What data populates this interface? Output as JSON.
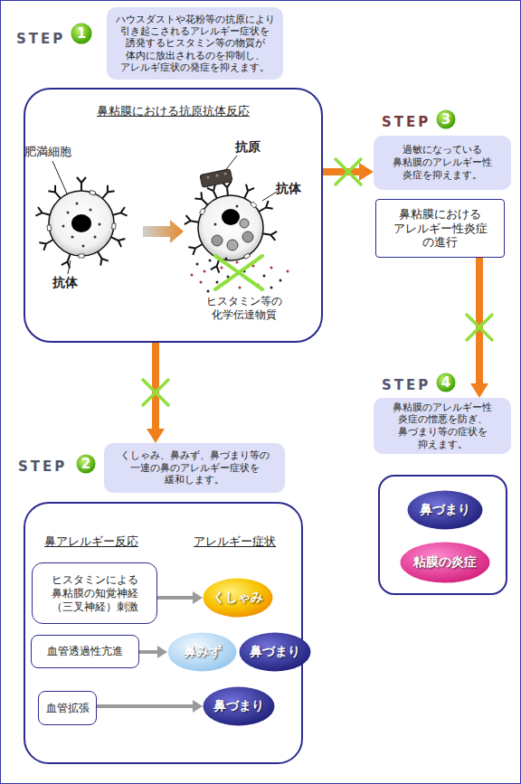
{
  "diagram": {
    "nodes": [
      {
        "text": [
          "1"
        ]
      },
      {
        "text": [
          "ハウスダストや花粉等の抗原により 引き起こされるアレルギー症状を 誘発するヒスタミン等の物質が 体内に放出されるのを抑制し、 アレルギ症状の発症を抑えます。"
        ]
      },
      {
        "text": [
          "鼻粘膜における抗原抗体反応"
        ]
      },
      {
        "text": [
          "3"
        ]
      },
      {
        "text": [
          "過敏になっている 鼻粘膜のアレルギー性 炎症を抑えます。"
        ]
      },
      {
        "text": [
          "鼻粘膜における アレルギー性炎症 の進行"
        ]
      },
      {
        "text": [
          "2"
        ]
      },
      {
        "text": [
          "くしゃみ、鼻みず、鼻づまり等の 一連の鼻のアレルギー症状を 緩和します。"
        ]
      },
      {
        "text": [
          "鼻アレルギー反応",
          "アレルギー症状"
        ]
      },
      {
        "text": [
          "ヒスタミンによる 鼻粘膜の知覚神経 （三叉神経）刺激"
        ],
        "in": 8
      },
      {
        "text": [
          "くしゃみ"
        ],
        "in": 8
      },
      {
        "text": [
          "血管透過性亢進"
        ],
        "in": 8
      },
      {
        "text": [
          "鼻みず"
        ],
        "in": 8
      },
      {
        "text": [
          "鼻づまり"
        ],
        "in": 8
      },
      {
        "text": [
          "血管拡張"
        ],
        "in": 8
      },
      {
        "text": [
          "鼻づまり"
        ],
        "in": 8
      },
      {
        "text": [
          "4"
        ]
      },
      {
        "text": [
          "鼻粘膜のアレルギー性 炎症の憎悪を防ぎ、 鼻づまり等の症状を 抑えます。"
        ]
      },
      {
        "text": []
      },
      {
        "text": [
          "鼻づまり"
        ],
        "in": 18
      },
      {
        "text": [
          "粘膜の炎症"
        ],
        "in": 18
      }
    ],
    "edges": [
      {
        "from": 2,
        "to": 4,
        "arrow": "to"
      },
      {
        "from": 5,
        "to": 17,
        "arrow": "to"
      },
      {
        "from": 2,
        "to": 7,
        "arrow": "to"
      },
      {
        "from": 9,
        "to": 10,
        "arrow": "to"
      },
      {
        "from": 11,
        "to": 12,
        "arrow": "to"
      },
      {
        "from": 14,
        "to": 15,
        "arrow": "to"
      }
    ],
    "labels": [
      "STEP",
      "肥満細胞",
      "抗原",
      "抗体",
      "抗体",
      "ヒスタミン等の 化学伝達物質",
      "STEP",
      "STEP",
      "STEP"
    ]
  }
}
